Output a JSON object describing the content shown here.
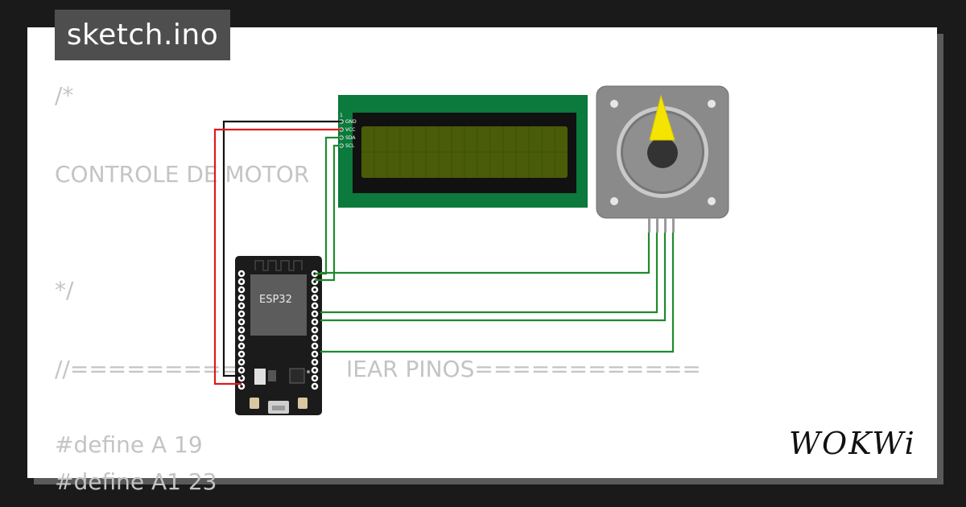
{
  "tab": {
    "filename": "sketch.ino"
  },
  "code_lines": [
    {
      "text": "/*"
    },
    {
      "text": "CONTROLE DE MOTOR"
    },
    {
      "text": "*/"
    },
    {
      "text": "//============"
    },
    {
      "text": "IEAR PINOS============"
    },
    {
      "text": "#define A 19"
    },
    {
      "text": "#define A1 23"
    }
  ],
  "lcd": {
    "pins": [
      "GND",
      "VCC",
      "SDA",
      "SCL"
    ],
    "pin1_marker": "1"
  },
  "esp32": {
    "label": "ESP32"
  },
  "colors": {
    "lcd_board": "#0b7a3c",
    "lcd_screen": "#4a5c08",
    "wire_power": "#e0191b",
    "wire_ground": "#111111",
    "wire_signal": "#1f8a2b",
    "motor_body": "#8a8a8a",
    "motor_needle": "#f5e400"
  },
  "brand": {
    "logo_text": "WOKWi"
  }
}
